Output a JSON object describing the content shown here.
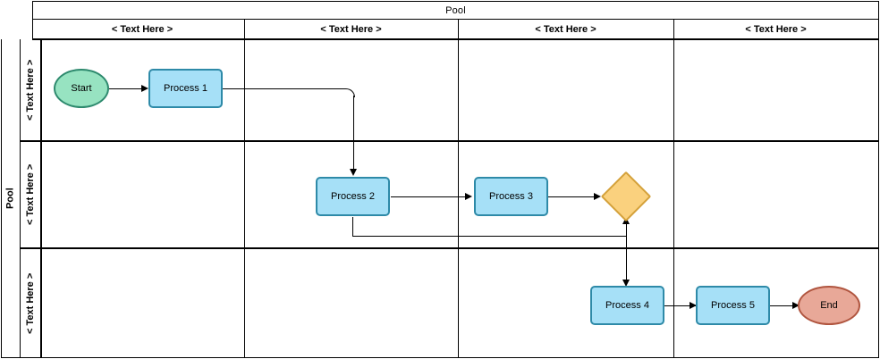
{
  "diagram": {
    "type": "bpmn-swimlane",
    "pool_label_top": "Pool",
    "pool_label_left": "Pool",
    "columns": [
      {
        "label": "< Text Here >"
      },
      {
        "label": "< Text Here >"
      },
      {
        "label": "< Text Here >"
      },
      {
        "label": "< Text Here >"
      }
    ],
    "lanes": [
      {
        "label": "< Text Here >"
      },
      {
        "label": "< Text Here >"
      },
      {
        "label": "< Text Here >"
      }
    ],
    "nodes": [
      {
        "id": "start",
        "label": "Start",
        "shape": "start-event",
        "lane": 0,
        "column": 0
      },
      {
        "id": "process1",
        "label": "Process 1",
        "shape": "task",
        "lane": 0,
        "column": 0
      },
      {
        "id": "process2",
        "label": "Process 2",
        "shape": "task",
        "lane": 1,
        "column": 1
      },
      {
        "id": "process3",
        "label": "Process 3",
        "shape": "task",
        "lane": 1,
        "column": 2
      },
      {
        "id": "gateway1",
        "label": "",
        "shape": "gateway",
        "lane": 1,
        "column": 2
      },
      {
        "id": "process4",
        "label": "Process 4",
        "shape": "task",
        "lane": 2,
        "column": 2
      },
      {
        "id": "process5",
        "label": "Process 5",
        "shape": "task",
        "lane": 2,
        "column": 3
      },
      {
        "id": "end",
        "label": "End",
        "shape": "end-event",
        "lane": 2,
        "column": 3
      }
    ],
    "edges": [
      {
        "from": "start",
        "to": "process1"
      },
      {
        "from": "process1",
        "to": "process2"
      },
      {
        "from": "process2",
        "to": "process3"
      },
      {
        "from": "process3",
        "to": "gateway1"
      },
      {
        "from": "process2",
        "to": "gateway1"
      },
      {
        "from": "gateway1",
        "to": "process4"
      },
      {
        "from": "process4",
        "to": "process5"
      },
      {
        "from": "process5",
        "to": "end"
      }
    ],
    "colors": {
      "task_fill": "#a6e0f7",
      "task_stroke": "#2e8aa8",
      "start_fill": "#97e3c1",
      "start_stroke": "#2e8a6e",
      "end_fill": "#e8a898",
      "end_stroke": "#b0553f",
      "gateway_fill": "#fad17e",
      "gateway_stroke": "#d4a13a",
      "line": "#000000",
      "background": "#ffffff"
    }
  }
}
